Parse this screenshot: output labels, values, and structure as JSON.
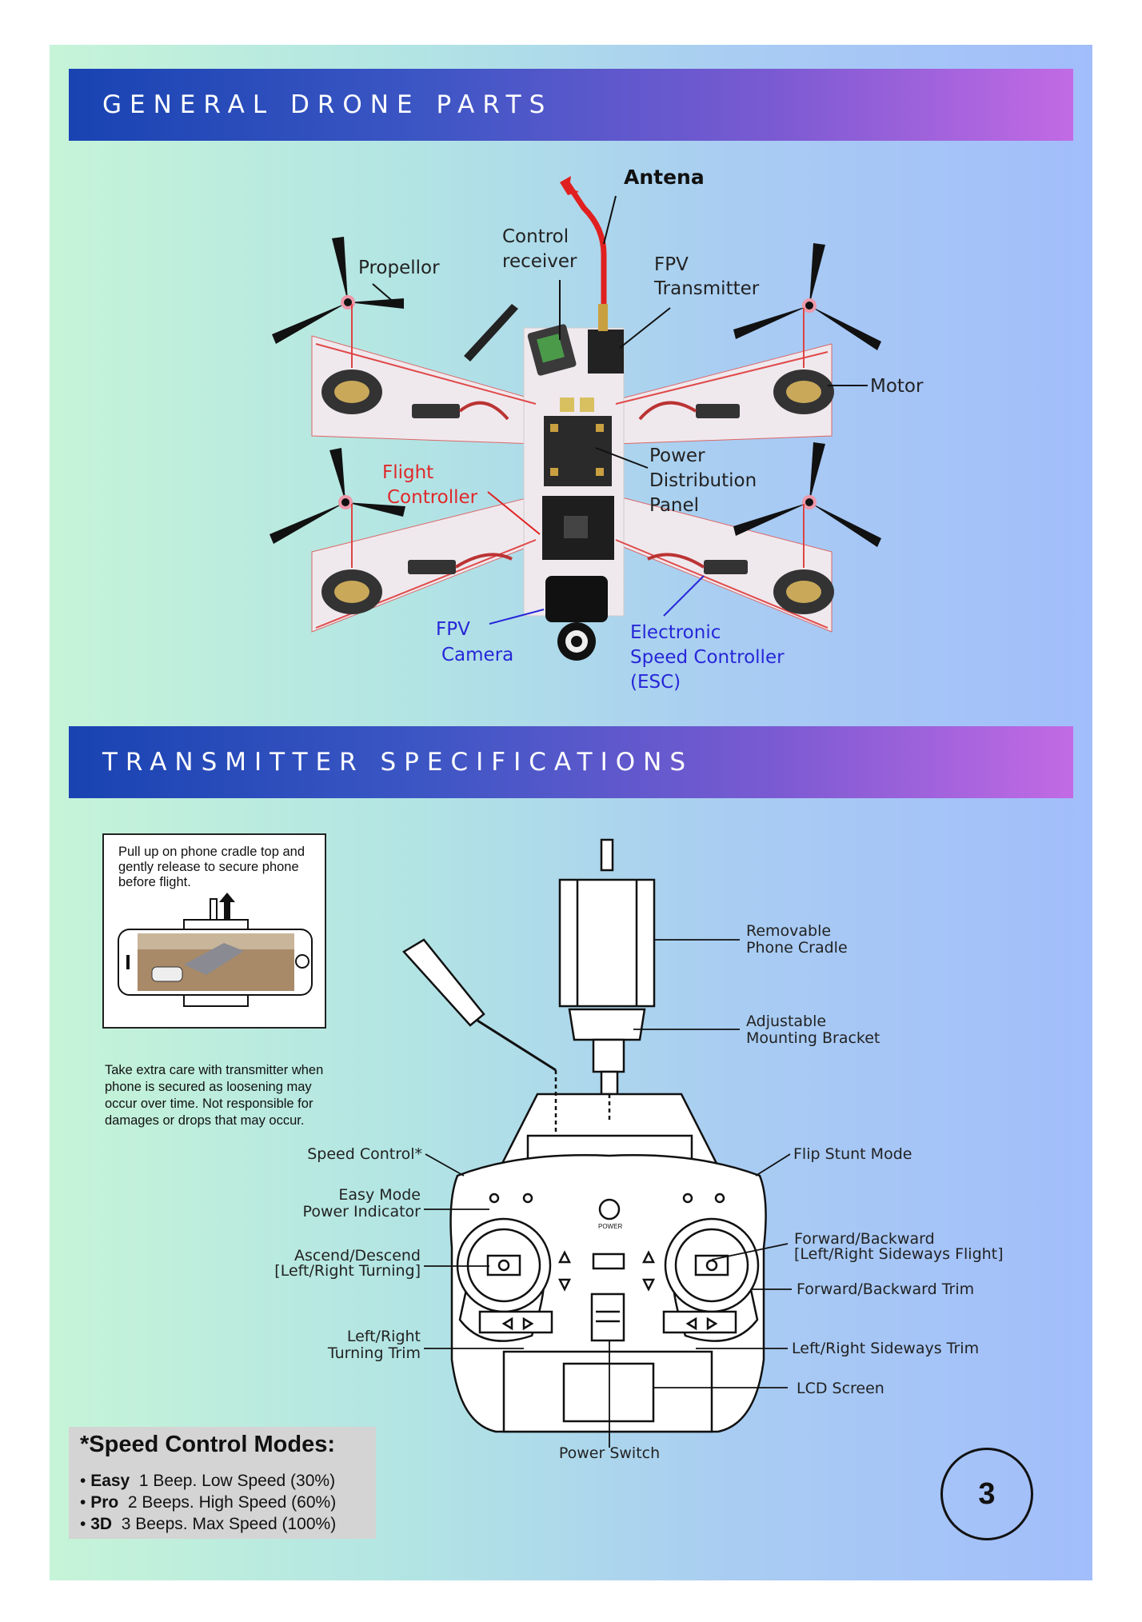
{
  "section1": {
    "title": "GENERAL DRONE PARTS"
  },
  "section2": {
    "title": "TRANSMITTER SPECIFICATIONS"
  },
  "drone_labels": {
    "antena": "Antena",
    "control_receiver_1": "Control",
    "control_receiver_2": "receiver",
    "propellor": "Propellor",
    "fpv_tx_1": "FPV",
    "fpv_tx_2": "Transmitter",
    "motor": "Motor",
    "flight_ctrl_1": "Flight",
    "flight_ctrl_2": "Controller",
    "power_1": "Power",
    "power_2": "Distribution",
    "power_3": "Panel",
    "fpv_cam_1": "FPV",
    "fpv_cam_2": "Camera",
    "esc_1": "Electronic",
    "esc_2": "Speed Controller",
    "esc_3": "(ESC)"
  },
  "cradle_note": "Pull up on phone cradle top and gently release to secure phone before flight.",
  "care_note": "Take extra care with transmitter when phone is secured as loosening may occur over time. Not responsible for damages or drops that may occur.",
  "tx_labels": {
    "removable_1": "Removable",
    "removable_2": "Phone Cradle",
    "bracket_1": "Adjustable",
    "bracket_2": "Mounting Bracket",
    "speed_control": "Speed Control*",
    "flip": "Flip Stunt Mode",
    "easy_1": "Easy Mode",
    "easy_2": "Power Indicator",
    "fwd_1": "Forward/Backward",
    "fwd_2": "[Left/Right Sideways Flight]",
    "ascend_1": "Ascend/Descend",
    "ascend_2": "[Left/Right Turning]",
    "fwd_trim": "Forward/Backward Trim",
    "turn_trim_1": "Left/Right",
    "turn_trim_2": "Turning Trim",
    "side_trim": "Left/Right Sideways Trim",
    "lcd": "LCD Screen",
    "power_switch": "Power Switch",
    "power_small": "POWER"
  },
  "speed_modes": {
    "title": "*Speed Control Modes:",
    "items": [
      {
        "name": "Easy",
        "desc": "1 Beep. Low Speed (30%)"
      },
      {
        "name": "Pro",
        "desc": "2 Beeps. High Speed (60%)"
      },
      {
        "name": "3D",
        "desc": "3 Beeps. Max Speed (100%)"
      }
    ]
  },
  "page_number": "3",
  "colors": {
    "red_label": "#e0282a",
    "blue_label": "#2626d8",
    "banner_start": "#1943b2",
    "banner_end": "#c26ae4"
  }
}
